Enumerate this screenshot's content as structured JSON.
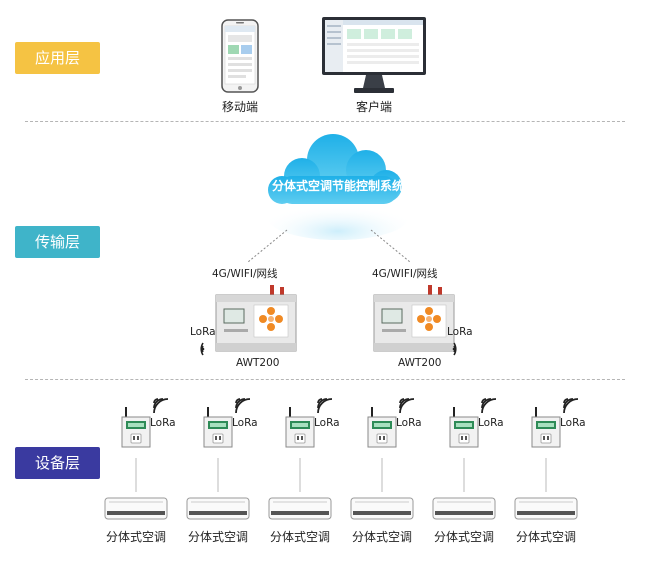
{
  "layers": {
    "application": "应用层",
    "transport": "传输层",
    "device": "设备层"
  },
  "colors": {
    "application_label": "#f5c343",
    "transport_label": "#3fb4c9",
    "device_label": "#3a3aa0",
    "cloud": "#3bbde9",
    "device_green": "#2e8b57",
    "device_orange": "#f08a24"
  },
  "application": {
    "mobile_label": "移动端",
    "client_label": "客户端"
  },
  "cloud": {
    "title": "分体式空调节能控制系统"
  },
  "gateways": [
    {
      "network": "4G/WIFI/网线",
      "model": "AWT200",
      "radio": "LoRa"
    },
    {
      "network": "4G/WIFI/网线",
      "model": "AWT200",
      "radio": "LoRa"
    }
  ],
  "devices": {
    "radio": "LoRa",
    "units": [
      "分体式空调",
      "分体式空调",
      "分体式空调",
      "分体式空调",
      "分体式空调",
      "分体式空调"
    ]
  }
}
